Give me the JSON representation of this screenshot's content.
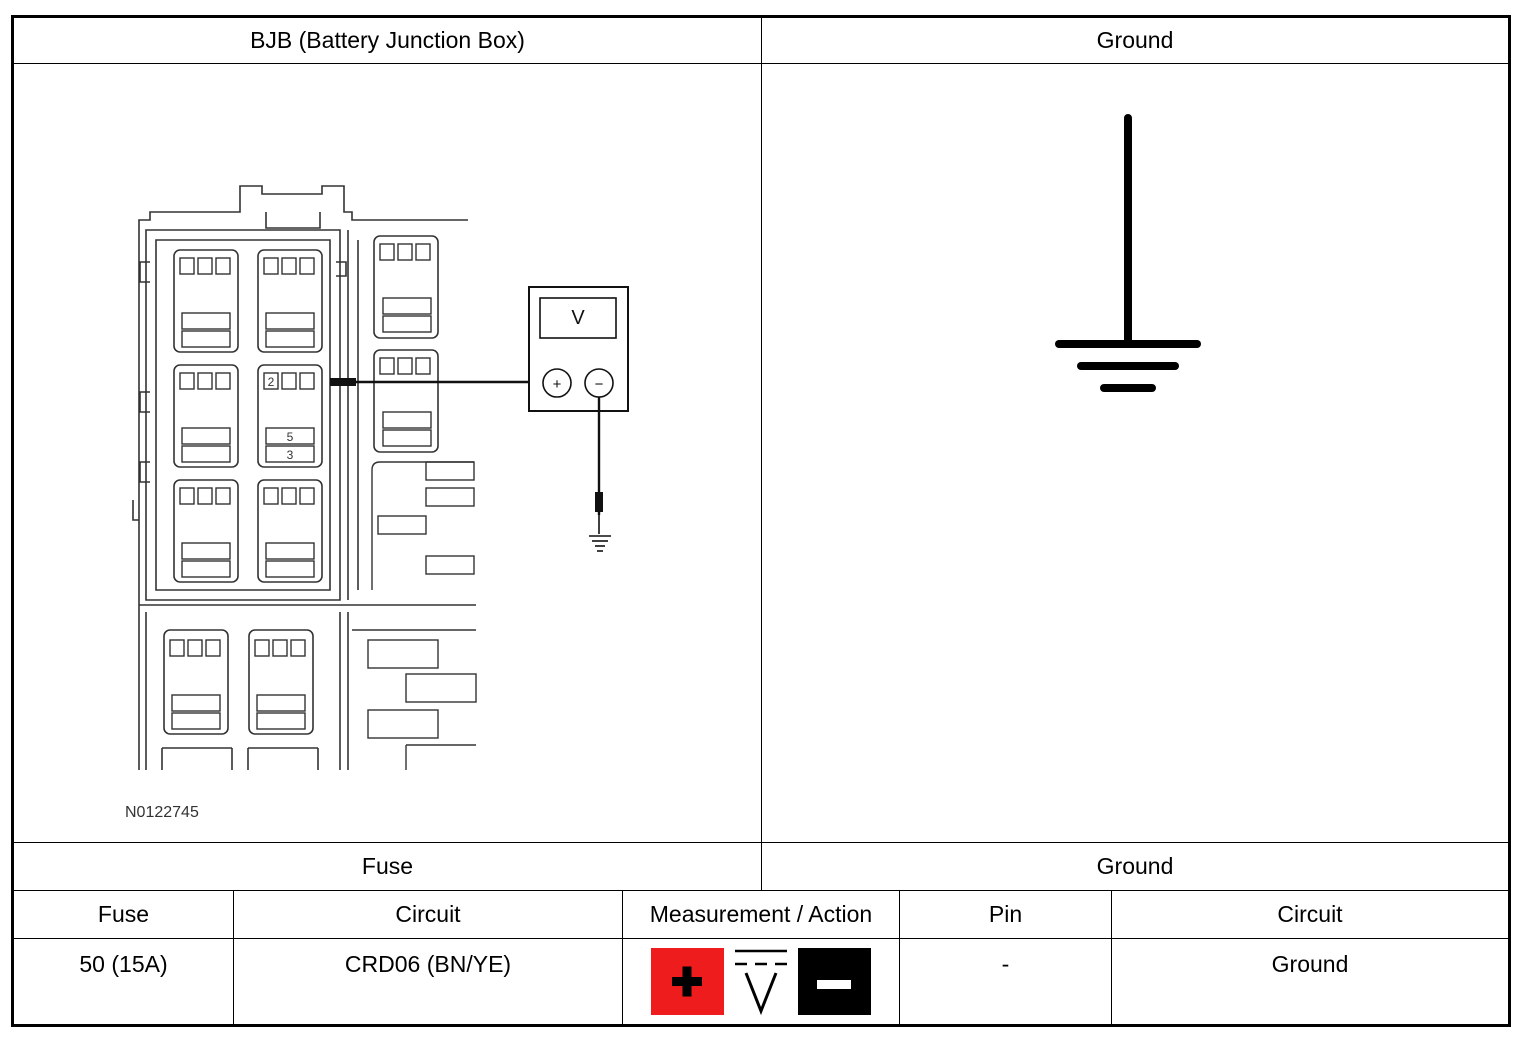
{
  "header": {
    "left_title": "BJB (Battery Junction Box)",
    "right_title": "Ground"
  },
  "diagram": {
    "figure_id": "N0122745",
    "meter_label": "V",
    "plus_symbol": "+",
    "minus_symbol": "−",
    "fuse_box_numbers": [
      "2",
      "5",
      "3"
    ]
  },
  "section_labels": {
    "left": "Fuse",
    "right": "Ground"
  },
  "table": {
    "headers": [
      "Fuse",
      "Circuit",
      "Measurement / Action",
      "Pin",
      "Circuit"
    ],
    "row": {
      "fuse": "50 (15A)",
      "circuit": "CRD06 (BN/YE)",
      "measurement_icons": [
        "plus-probe-icon",
        "dc-voltage-icon",
        "minus-probe-icon"
      ],
      "pin": "-",
      "ground_circuit": "Ground"
    }
  },
  "colors": {
    "plus_probe": "#ee1c1c",
    "minus_probe": "#000000"
  }
}
